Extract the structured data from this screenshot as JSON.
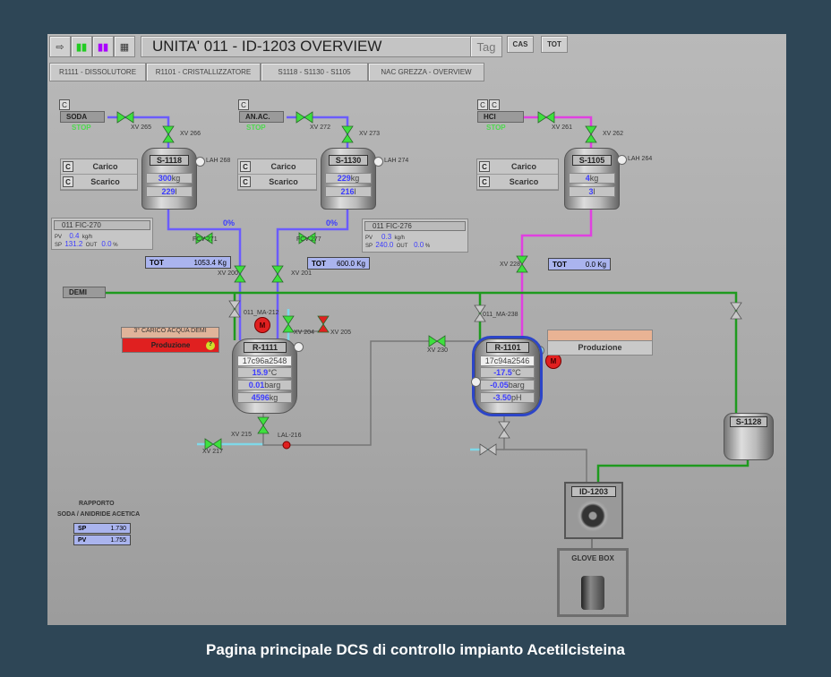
{
  "header": {
    "title": "UNITA' 011 - ID-1203 OVERVIEW",
    "tag": "Tag",
    "cas": "CAS",
    "tot": "TOT"
  },
  "toolbar_icons": [
    "arrow-right-icon",
    "trend-icon",
    "bars-icon",
    "table-icon"
  ],
  "nav": [
    "R1111 - DISSOLUTORE",
    "R1101 - CRISTALLIZZATORE",
    "S1118 - S1130 - S1105",
    "NAC GREZZA - OVERVIEW"
  ],
  "sources": {
    "soda": {
      "label": "SODA",
      "status": "STOP",
      "c": "C"
    },
    "anac": {
      "label": "AN.AC.",
      "status": "STOP",
      "c": "C"
    },
    "hcl": {
      "label": "HCl",
      "status": "STOP",
      "c": "C"
    }
  },
  "carico": {
    "c": "C",
    "carico": "Carico",
    "scarico": "Scarico"
  },
  "tanks": {
    "s1118": {
      "name": "S-1118",
      "kg": "300",
      "l": "229",
      "lah": "LAH 268"
    },
    "s1130": {
      "name": "S-1130",
      "kg": "229",
      "l": "216",
      "lah": "LAH 274"
    },
    "s1105": {
      "name": "S-1105",
      "kg": "4",
      "l": "3",
      "lah": "LAH 264"
    },
    "s1128": {
      "name": "S-1128"
    }
  },
  "units": {
    "kg": "kg",
    "l": "l",
    "degc": "°C",
    "barg": "barg",
    "ph": "pH",
    "pct": "%",
    "kgh": "kg/h",
    "kgs": "Kg"
  },
  "valves": {
    "xv265": "XV 265",
    "xv266": "XV 266",
    "xv272": "XV 272",
    "xv273": "XV 273",
    "xv261": "XV 261",
    "xv262": "XV 262",
    "fcv271": "FCV 271",
    "fcv277": "FCV 277",
    "xv200": "XV 200",
    "xv201": "XV 201",
    "xv228": "XV 228",
    "xv204": "XV 204",
    "xv205": "XV 205",
    "xv215": "XV 215",
    "xv217": "XV 217",
    "xv230": "XV 230",
    "lal216": "LAL-216",
    "ma212": "011_MA-212",
    "ma238": "011_MA-238"
  },
  "fic270": {
    "tag": "011  FIC-270",
    "pv_label": "PV",
    "pv": "0.4",
    "sp_label": "SP",
    "sp": "131.2",
    "out_label": "OUT",
    "out": "0.0",
    "pct": "0%"
  },
  "fic276": {
    "tag": "011  FIC-276",
    "pv_label": "PV",
    "pv": "0.3",
    "sp_label": "SP",
    "sp": "240.0",
    "out_label": "OUT",
    "out": "0.0",
    "pct": "0%"
  },
  "tot": {
    "label": "TOT",
    "t1": "1053.4",
    "t2": "600.0",
    "t3": "0.0"
  },
  "demi": "DEMI",
  "r1111": {
    "name": "R-1111",
    "batch": "17c96a2548",
    "temp": "15.9",
    "press": "0.01",
    "mass": "4596",
    "motor": "M",
    "phase_label": "3° CARICO ACQUA DEMI",
    "status": "Produzione",
    "help": "?"
  },
  "r1101": {
    "name": "R-1101",
    "batch": "17c94a2546",
    "temp": "-17.5",
    "press": "-0.05",
    "ph": "-3.50",
    "motor": "M",
    "status": "Produzione"
  },
  "dryer": {
    "name": "ID-1203"
  },
  "glovebox": {
    "name": "GLOVE BOX"
  },
  "ratio": {
    "title": "RAPPORTO",
    "subtitle": "SODA / ANIDRIDE ACETICA",
    "sp_label": "SP",
    "sp": "1.730",
    "pv_label": "PV",
    "pv": "1.755"
  },
  "caption": "Pagina principale DCS di controllo impianto Acetilcisteina",
  "colors": {
    "soda": "#6b5cff",
    "hcl": "#e040e0",
    "demi": "#1e9a1e",
    "valve_open": "#3ee03e",
    "valve_closed": "#e02020"
  }
}
